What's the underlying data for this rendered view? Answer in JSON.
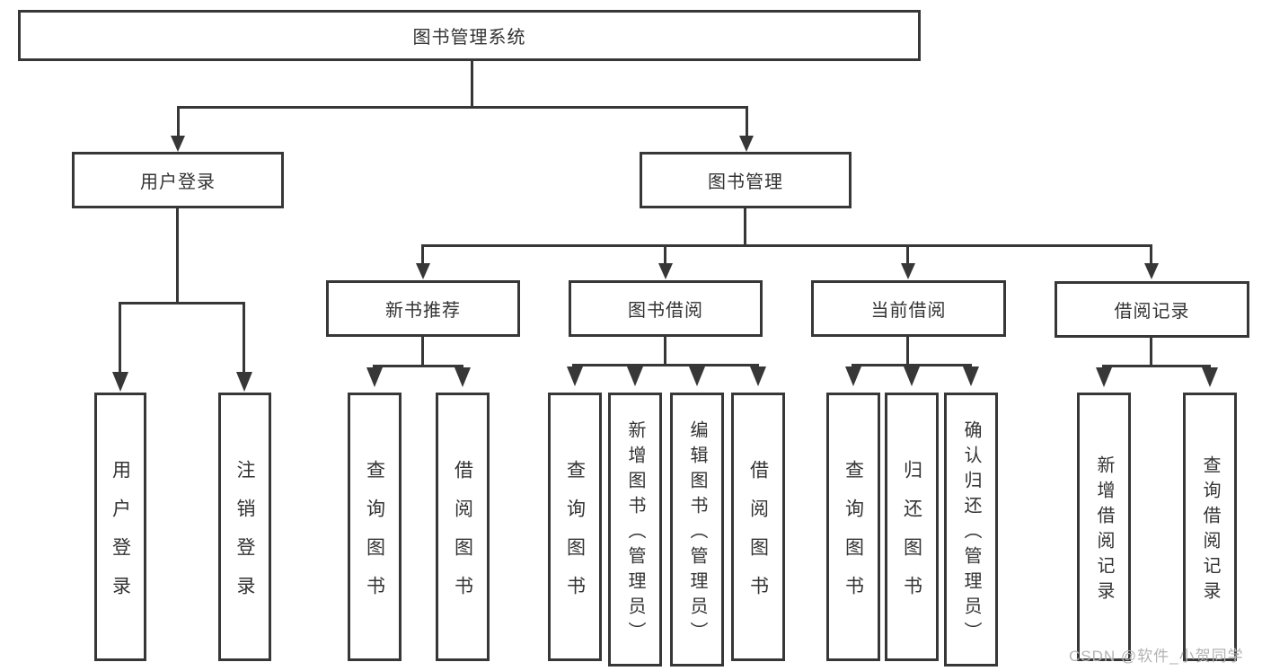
{
  "diagram": {
    "root": {
      "label": "图书管理系统"
    },
    "user_login": {
      "label": "用户登录",
      "children": [
        {
          "label": "用户登录"
        },
        {
          "label": "注销登录"
        }
      ]
    },
    "book_mgmt": {
      "label": "图书管理",
      "groups": [
        {
          "label": "新书推荐",
          "children": [
            {
              "label": "查询图书"
            },
            {
              "label": "借阅图书"
            }
          ]
        },
        {
          "label": "图书借阅",
          "children": [
            {
              "label": "查询图书"
            },
            {
              "label": "新增图书（管理员）"
            },
            {
              "label": "编辑图书（管理员）"
            },
            {
              "label": "借阅图书"
            }
          ]
        },
        {
          "label": "当前借阅",
          "children": [
            {
              "label": "查询图书"
            },
            {
              "label": "归还图书"
            },
            {
              "label": "确认归还（管理员）"
            }
          ]
        },
        {
          "label": "借阅记录",
          "children": [
            {
              "label": "新增借阅记录"
            },
            {
              "label": "查询借阅记录"
            }
          ]
        }
      ]
    }
  },
  "watermark": {
    "text": "CSDN @软件_小贺同学"
  },
  "colors": {
    "line": "#373737",
    "text": "#333333",
    "watermark": "#b3b3b3",
    "background": "#ffffff"
  }
}
